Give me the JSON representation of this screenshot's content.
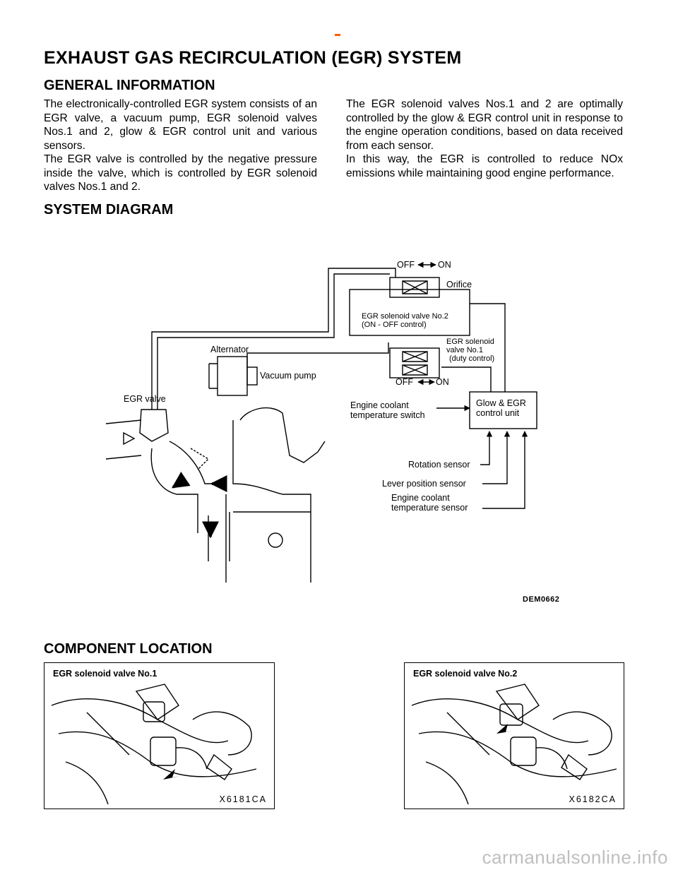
{
  "page": {
    "title": "EXHAUST GAS RECIRCULATION (EGR) SYSTEM",
    "accent_color": "#ff5a00"
  },
  "general": {
    "heading": "GENERAL INFORMATION",
    "col1_p1": "The electronically-controlled EGR system consists of an EGR valve, a vacuum pump, EGR solenoid valves Nos.1 and 2, glow & EGR control unit and various sensors.",
    "col1_p2": "The EGR valve is controlled by the negative pressure inside the valve, which is controlled by EGR solenoid valves Nos.1 and 2.",
    "col2_p1": "The EGR solenoid valves Nos.1 and 2 are optimally controlled by the glow & EGR control unit in response to the engine operation conditions, based on data received from each sensor.",
    "col2_p2": "In this way, the EGR is controlled to reduce NOx emissions while maintaining good engine performance."
  },
  "system_diagram": {
    "heading": "SYSTEM DIAGRAM",
    "labels": {
      "off_top": "OFF",
      "on_top": "ON",
      "orifice": "Orifice",
      "valve2_line1": "EGR solenoid valve No.2",
      "valve2_line2": "(ON  -  OFF control)",
      "valve1_line1": "EGR solenoid",
      "valve1_line2": "valve No.1",
      "valve1_line3": "(duty control)",
      "alternator": "Alternator",
      "vacuum_pump": "Vacuum pump",
      "off_bottom": "OFF",
      "on_bottom": "ON",
      "egr_valve": "EGR valve",
      "coolant_switch_line1": "Engine coolant",
      "coolant_switch_line2": "temperature switch",
      "control_unit_line1": "Glow & EGR",
      "control_unit_line2": "control unit",
      "rotation_sensor": "Rotation sensor",
      "lever_sensor": "Lever position sensor",
      "coolant_sensor_line1": "Engine coolant",
      "coolant_sensor_line2": "temperature sensor",
      "code": "DEM0662"
    }
  },
  "component_location": {
    "heading": "COMPONENT LOCATION",
    "photo1_caption": "EGR solenoid valve No.1",
    "photo1_code": "X6181CA",
    "photo2_caption": "EGR solenoid valve No.2",
    "photo2_code": "X6182CA"
  },
  "watermark": "carmanualsonline.info"
}
